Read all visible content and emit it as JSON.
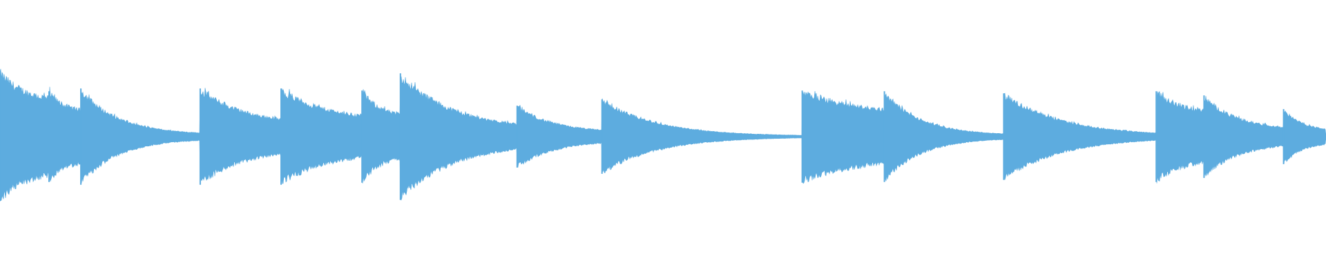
{
  "waveform": {
    "color": "#5dacdf",
    "background": "#ffffff",
    "segments": [
      {
        "start": 0.0,
        "end": 0.037,
        "peak": 0.96,
        "floor": 0.52,
        "decay": 2.0
      },
      {
        "start": 0.037,
        "end": 0.061,
        "peak": 0.66,
        "floor": 0.36,
        "decay": 2.0
      },
      {
        "start": 0.061,
        "end": 0.151,
        "peak": 0.7,
        "floor": 0.03,
        "decay": 3.2
      },
      {
        "start": 0.151,
        "end": 0.212,
        "peak": 0.7,
        "floor": 0.16,
        "decay": 1.7
      },
      {
        "start": 0.212,
        "end": 0.273,
        "peak": 0.7,
        "floor": 0.24,
        "decay": 1.8
      },
      {
        "start": 0.273,
        "end": 0.302,
        "peak": 0.67,
        "floor": 0.26,
        "decay": 1.8
      },
      {
        "start": 0.302,
        "end": 0.39,
        "peak": 0.92,
        "floor": 0.1,
        "decay": 2.2
      },
      {
        "start": 0.39,
        "end": 0.454,
        "peak": 0.45,
        "floor": 0.06,
        "decay": 2.3
      },
      {
        "start": 0.454,
        "end": 0.605,
        "peak": 0.54,
        "floor": 0.005,
        "decay": 3.6
      },
      {
        "start": 0.605,
        "end": 0.667,
        "peak": 0.67,
        "floor": 0.32,
        "decay": 1.4
      },
      {
        "start": 0.667,
        "end": 0.757,
        "peak": 0.66,
        "floor": 0.02,
        "decay": 3.3
      },
      {
        "start": 0.757,
        "end": 0.872,
        "peak": 0.63,
        "floor": 0.01,
        "decay": 2.6
      },
      {
        "start": 0.872,
        "end": 0.908,
        "peak": 0.66,
        "floor": 0.32,
        "decay": 1.6
      },
      {
        "start": 0.908,
        "end": 0.968,
        "peak": 0.6,
        "floor": 0.1,
        "decay": 2.4
      },
      {
        "start": 0.968,
        "end": 1.0,
        "peak": 0.4,
        "floor": 0.08,
        "decay": 2.2
      }
    ]
  }
}
